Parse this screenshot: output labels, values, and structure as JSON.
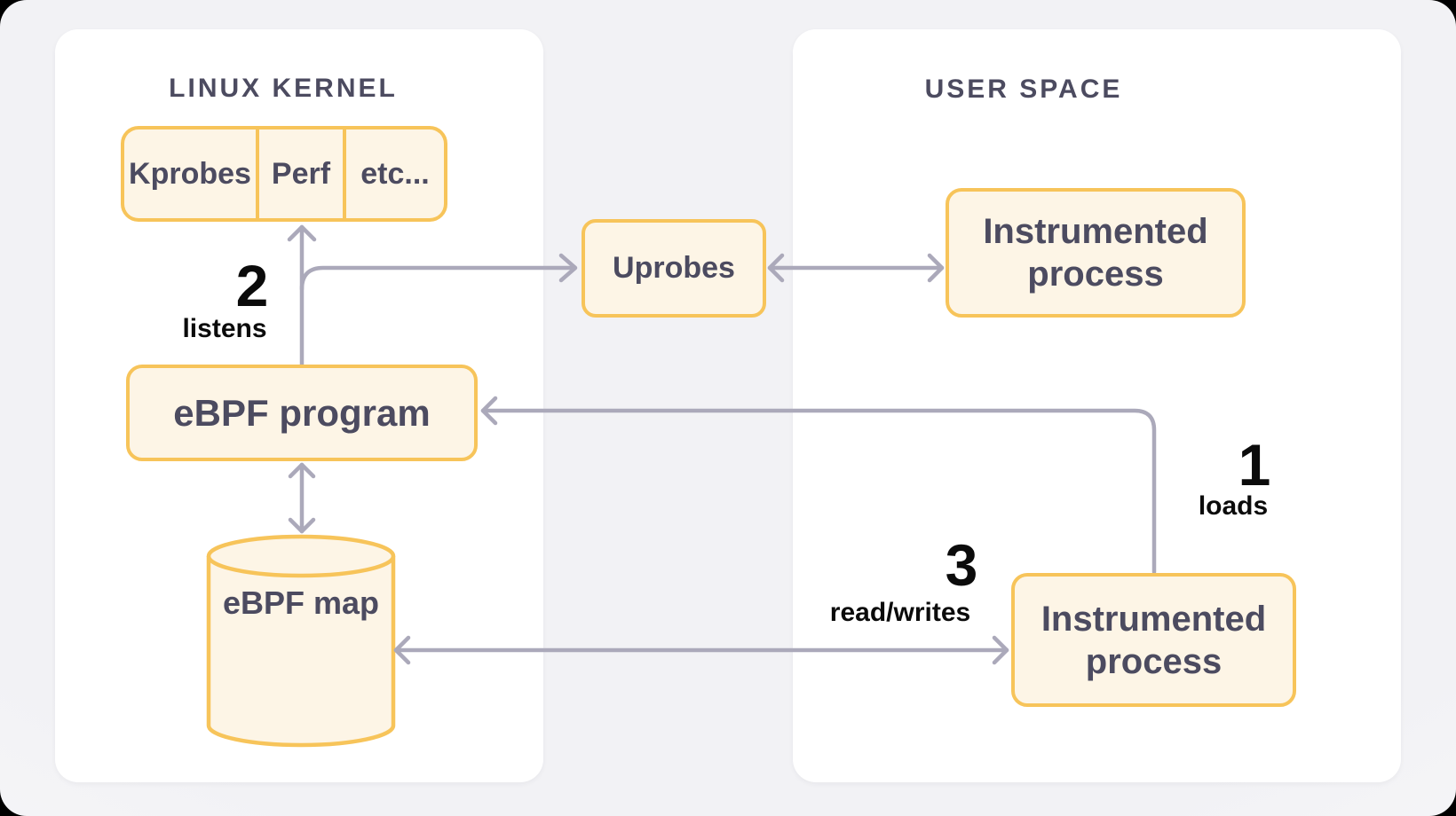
{
  "diagram": {
    "panels": {
      "kernel": {
        "title": "LINUX KERNEL"
      },
      "user": {
        "title": "USER SPACE"
      }
    },
    "nodes": {
      "kprobes": "Kprobes",
      "perf": "Perf",
      "etc": "etc...",
      "uprobes": "Uprobes",
      "ebpf_program": "eBPF program",
      "ebpf_map": "eBPF map",
      "instrumented_top": "Instrumented process",
      "instrumented_bottom": "Instrumented process"
    },
    "steps": {
      "one": {
        "number": "1",
        "label": "loads"
      },
      "two": {
        "number": "2",
        "label": "listens"
      },
      "three": {
        "number": "3",
        "label": "read/writes"
      }
    },
    "colors": {
      "accent": "#F7C45A",
      "node_fill": "#FDF5E6",
      "arrow": "#ABA9BA",
      "heading": "#4C4B60",
      "label": "#0B0B0B",
      "panel": "#FFFFFF",
      "background": "#F2F2F5"
    }
  }
}
